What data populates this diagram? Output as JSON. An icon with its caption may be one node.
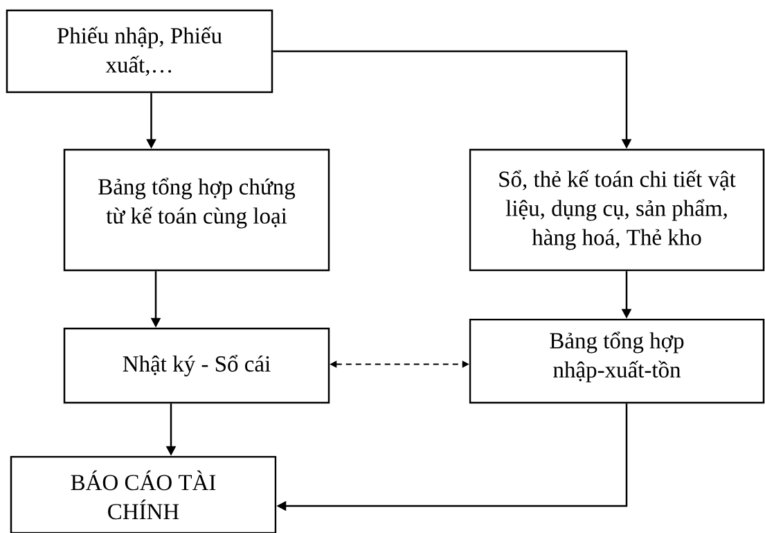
{
  "diagram": {
    "nodes": [
      {
        "text": [
          "Phiếu nhập, Phiếu xuất,…"
        ]
      },
      {
        "text": [
          "Bảng tổng hợp chứng từ kế toán cùng loại"
        ]
      },
      {
        "text": [
          "Sổ, thẻ kế toán chi tiết vật liệu, dụng cụ, sản phẩm, hàng hoá, Thẻ kho"
        ]
      },
      {
        "text": [
          "Nhật ký - Sổ cái"
        ]
      },
      {
        "text": [
          "Bảng tổng hợp nhập-xuất-tồn"
        ]
      },
      {
        "text": [
          "BÁO CÁO TÀI CHÍNH"
        ]
      }
    ],
    "edges": [
      {
        "from": 0,
        "to": 1,
        "arrow": "to"
      },
      {
        "from": 0,
        "to": 2,
        "arrow": "to"
      },
      {
        "from": 1,
        "to": 3,
        "arrow": "to"
      },
      {
        "from": 2,
        "to": 4,
        "arrow": "to"
      },
      {
        "from": 3,
        "to": 4,
        "arrow": "both",
        "style": "dashed"
      },
      {
        "from": 3,
        "to": 5,
        "arrow": "to"
      },
      {
        "from": 4,
        "to": 5,
        "arrow": "to"
      }
    ]
  }
}
